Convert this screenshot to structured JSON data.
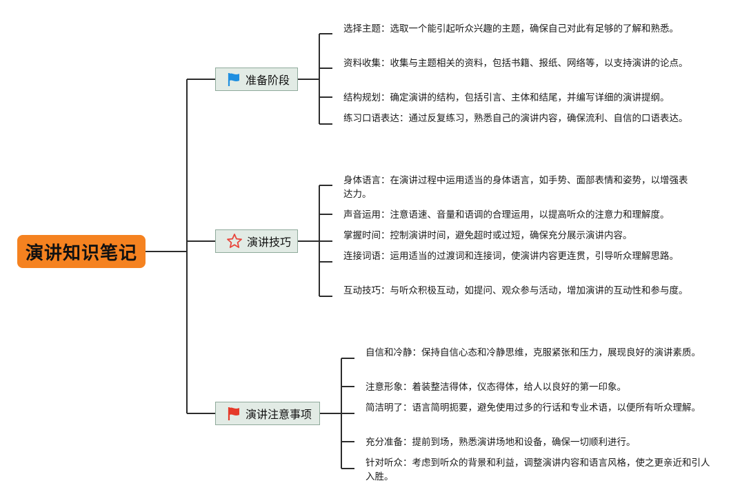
{
  "root": {
    "label": "演讲知识笔记"
  },
  "branches": [
    {
      "label": "准备阶段",
      "icon": "blue-flag-icon",
      "color": "#1f8fe0",
      "items": [
        "选择主题：选取一个能引起听众兴趣的主题，确保自己对此有足够的了解和熟悉。",
        "资料收集：收集与主题相关的资料，包括书籍、报纸、网络等，以支持演讲的论点。",
        "结构规划：确定演讲的结构，包括引言、主体和结尾，并编写详细的演讲提纲。",
        "练习口语表达：通过反复练习，熟悉自己的演讲内容，确保流利、自信的口语表达。"
      ]
    },
    {
      "label": "演讲技巧",
      "icon": "red-star-outline-icon",
      "color": "#e8453c",
      "items": [
        "身体语言：在演讲过程中运用适当的身体语言，如手势、面部表情和姿势，以增强表达力。",
        "声音运用：注意语速、音量和语调的合理运用，以提高听众的注意力和理解度。",
        "掌握时间：控制演讲时间，避免超时或过短，确保充分展示演讲内容。",
        "连接词语：运用适当的过渡词和连接词，使演讲内容更连贯，引导听众理解思路。",
        "互动技巧：与听众积极互动，如提问、观众参与活动，增加演讲的互动性和参与度。"
      ]
    },
    {
      "label": "演讲注意事项",
      "icon": "red-flag-icon",
      "color": "#e53a2a",
      "items": [
        "自信和冷静：保持自信心态和冷静思维，克服紧张和压力，展现良好的演讲素质。",
        "注意形象：着装整洁得体，仪态得体，给人以良好的第一印象。",
        "简洁明了：语言简明扼要，避免使用过多的行话和专业术语，以便所有听众理解。",
        "充分准备：提前到场，熟悉演讲场地和设备，确保一切顺利进行。",
        "针对听众：考虑到听众的背景和利益，调整演讲内容和语言风格，使之更亲近和引人入胜。"
      ]
    }
  ]
}
